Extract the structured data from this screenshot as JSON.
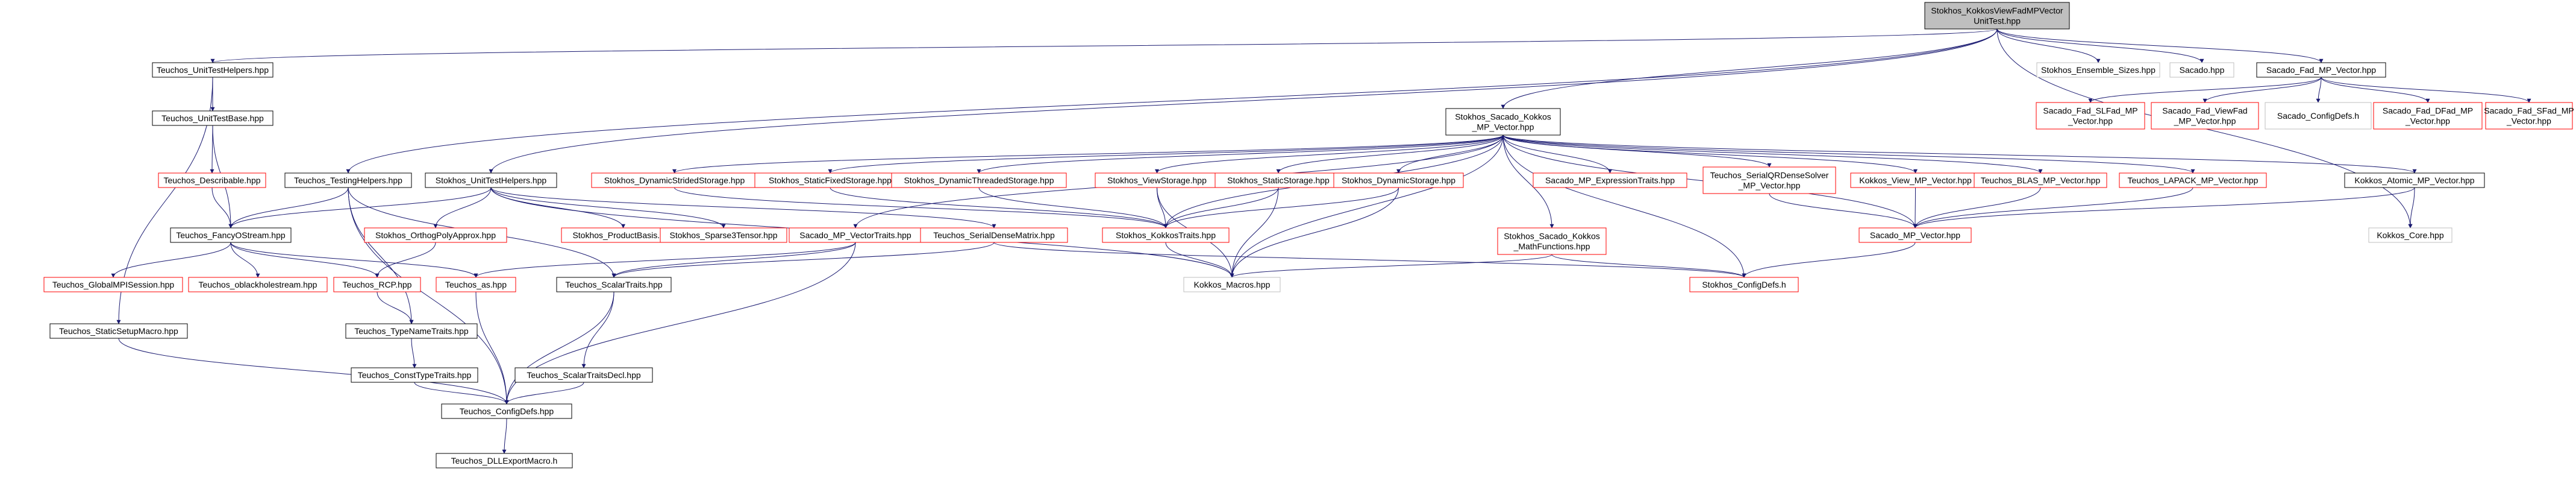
{
  "colors": {
    "edge": "#191970",
    "box_default": "#000000",
    "box_red": "#ff0000",
    "box_gray": "#bfbfbf",
    "fill_root": "#bfbfbf",
    "fill": "#ffffff"
  },
  "graph": {
    "nodes": [
      {
        "id": "root",
        "lines": [
          "Stokhos_KokkosViewFadMPVector",
          "UnitTest.hpp"
        ],
        "style": "root"
      },
      {
        "id": "teuchos_unittesthelpers",
        "lines": [
          "Teuchos_UnitTestHelpers.hpp"
        ],
        "style": "black"
      },
      {
        "id": "stokhos_ensemble_sizes",
        "lines": [
          "Stokhos_Ensemble_Sizes.hpp"
        ],
        "style": "gray"
      },
      {
        "id": "sacado_hpp",
        "lines": [
          "Sacado.hpp"
        ],
        "style": "gray"
      },
      {
        "id": "sacado_fad_mp_vector",
        "lines": [
          "Sacado_Fad_MP_Vector.hpp"
        ],
        "style": "black"
      },
      {
        "id": "teuchos_unittestbase",
        "lines": [
          "Teuchos_UnitTestBase.hpp"
        ],
        "style": "black"
      },
      {
        "id": "sacado_fad_slfad",
        "lines": [
          "Sacado_Fad_SLFad_MP",
          "_Vector.hpp"
        ],
        "style": "red"
      },
      {
        "id": "sacado_fad_viewfad",
        "lines": [
          "Sacado_Fad_ViewFad",
          "_MP_Vector.hpp"
        ],
        "style": "red"
      },
      {
        "id": "sacado_configdefs",
        "lines": [
          "Sacado_ConfigDefs.h"
        ],
        "style": "gray"
      },
      {
        "id": "sacado_fad_dfad",
        "lines": [
          "Sacado_Fad_DFad_MP",
          "_Vector.hpp"
        ],
        "style": "red"
      },
      {
        "id": "sacado_fad_sfad",
        "lines": [
          "Sacado_Fad_SFad_MP",
          "_Vector.hpp"
        ],
        "style": "red"
      },
      {
        "id": "stokhos_sacado_kokkos_mp_vector",
        "lines": [
          "Stokhos_Sacado_Kokkos",
          "_MP_Vector.hpp"
        ],
        "style": "black"
      },
      {
        "id": "teuchos_describable",
        "lines": [
          "Teuchos_Describable.hpp"
        ],
        "style": "red"
      },
      {
        "id": "teuchos_testinghelpers",
        "lines": [
          "Teuchos_TestingHelpers.hpp"
        ],
        "style": "black"
      },
      {
        "id": "stokhos_unittesthelpers",
        "lines": [
          "Stokhos_UnitTestHelpers.hpp"
        ],
        "style": "black"
      },
      {
        "id": "stokhos_dynamicstridedstorage",
        "lines": [
          "Stokhos_DynamicStridedStorage.hpp"
        ],
        "style": "red"
      },
      {
        "id": "stokhos_staticfixedstorage",
        "lines": [
          "Stokhos_StaticFixedStorage.hpp"
        ],
        "style": "red"
      },
      {
        "id": "stokhos_dynamicthreadedstorage",
        "lines": [
          "Stokhos_DynamicThreadedStorage.hpp"
        ],
        "style": "red"
      },
      {
        "id": "stokhos_viewstorage",
        "lines": [
          "Stokhos_ViewStorage.hpp"
        ],
        "style": "red"
      },
      {
        "id": "stokhos_staticstorage",
        "lines": [
          "Stokhos_StaticStorage.hpp"
        ],
        "style": "red"
      },
      {
        "id": "stokhos_dynamicstorage",
        "lines": [
          "Stokhos_DynamicStorage.hpp"
        ],
        "style": "red"
      },
      {
        "id": "sacado_mp_expressiontraits",
        "lines": [
          "Sacado_MP_ExpressionTraits.hpp"
        ],
        "style": "red"
      },
      {
        "id": "teuchos_serialqrdensesolver",
        "lines": [
          "Teuchos_SerialQRDenseSolver",
          "_MP_Vector.hpp"
        ],
        "style": "red"
      },
      {
        "id": "kokkos_view_mp_vector",
        "lines": [
          "Kokkos_View_MP_Vector.hpp"
        ],
        "style": "red"
      },
      {
        "id": "teuchos_blas_mp_vector",
        "lines": [
          "Teuchos_BLAS_MP_Vector.hpp"
        ],
        "style": "red"
      },
      {
        "id": "teuchos_lapack_mp_vector",
        "lines": [
          "Teuchos_LAPACK_MP_Vector.hpp"
        ],
        "style": "red"
      },
      {
        "id": "kokkos_atomic_mp_vector",
        "lines": [
          "Kokkos_Atomic_MP_Vector.hpp"
        ],
        "style": "black"
      },
      {
        "id": "teuchos_fancyostream",
        "lines": [
          "Teuchos_FancyOStream.hpp"
        ],
        "style": "black"
      },
      {
        "id": "stokhos_orthogpolyapprox",
        "lines": [
          "Stokhos_OrthogPolyApprox.hpp"
        ],
        "style": "red"
      },
      {
        "id": "stokhos_productbasis",
        "lines": [
          "Stokhos_ProductBasis.hpp"
        ],
        "style": "red"
      },
      {
        "id": "stokhos_sparse3tensor",
        "lines": [
          "Stokhos_Sparse3Tensor.hpp"
        ],
        "style": "red"
      },
      {
        "id": "sacado_mp_vectortraits",
        "lines": [
          "Sacado_MP_VectorTraits.hpp"
        ],
        "style": "red"
      },
      {
        "id": "teuchos_serialdensematrix",
        "lines": [
          "Teuchos_SerialDenseMatrix.hpp"
        ],
        "style": "red"
      },
      {
        "id": "stokhos_kokkostraits",
        "lines": [
          "Stokhos_KokkosTraits.hpp"
        ],
        "style": "red"
      },
      {
        "id": "stokhos_sacado_kokkos_mathfunctions",
        "lines": [
          "Stokhos_Sacado_Kokkos",
          "_MathFunctions.hpp"
        ],
        "style": "red"
      },
      {
        "id": "sacado_mp_vector",
        "lines": [
          "Sacado_MP_Vector.hpp"
        ],
        "style": "red"
      },
      {
        "id": "kokkos_core",
        "lines": [
          "Kokkos_Core.hpp"
        ],
        "style": "gray"
      },
      {
        "id": "teuchos_globalmpisession",
        "lines": [
          "Teuchos_GlobalMPISession.hpp"
        ],
        "style": "red"
      },
      {
        "id": "teuchos_oblackholestream",
        "lines": [
          "Teuchos_oblackholestream.hpp"
        ],
        "style": "red"
      },
      {
        "id": "teuchos_rcp",
        "lines": [
          "Teuchos_RCP.hpp"
        ],
        "style": "red"
      },
      {
        "id": "teuchos_as",
        "lines": [
          "Teuchos_as.hpp"
        ],
        "style": "red"
      },
      {
        "id": "teuchos_scalartraits",
        "lines": [
          "Teuchos_ScalarTraits.hpp"
        ],
        "style": "black"
      },
      {
        "id": "kokkos_macros",
        "lines": [
          "Kokkos_Macros.hpp"
        ],
        "style": "gray"
      },
      {
        "id": "stokhos_configdefs",
        "lines": [
          "Stokhos_ConfigDefs.h"
        ],
        "style": "red"
      },
      {
        "id": "teuchos_staticsetupmacro",
        "lines": [
          "Teuchos_StaticSetupMacro.hpp"
        ],
        "style": "black"
      },
      {
        "id": "teuchos_typenametraits",
        "lines": [
          "Teuchos_TypeNameTraits.hpp"
        ],
        "style": "black"
      },
      {
        "id": "teuchos_consttypetraits",
        "lines": [
          "Teuchos_ConstTypeTraits.hpp"
        ],
        "style": "black"
      },
      {
        "id": "teuchos_scalartraitsdecl",
        "lines": [
          "Teuchos_ScalarTraitsDecl.hpp"
        ],
        "style": "black"
      },
      {
        "id": "teuchos_configdefs",
        "lines": [
          "Teuchos_ConfigDefs.hpp"
        ],
        "style": "black"
      },
      {
        "id": "teuchos_dllexportmacro",
        "lines": [
          "Teuchos_DLLExportMacro.h"
        ],
        "style": "black"
      }
    ],
    "edges": [
      [
        "root",
        "teuchos_unittesthelpers"
      ],
      [
        "root",
        "stokhos_ensemble_sizes"
      ],
      [
        "root",
        "sacado_hpp"
      ],
      [
        "root",
        "sacado_fad_mp_vector"
      ],
      [
        "root",
        "stokhos_sacado_kokkos_mp_vector"
      ],
      [
        "root",
        "teuchos_testinghelpers"
      ],
      [
        "root",
        "stokhos_unittesthelpers"
      ],
      [
        "root",
        "kokkos_core"
      ],
      [
        "teuchos_unittesthelpers",
        "teuchos_unittestbase"
      ],
      [
        "teuchos_unittesthelpers",
        "teuchos_staticsetupmacro"
      ],
      [
        "teuchos_unittestbase",
        "teuchos_describable"
      ],
      [
        "teuchos_unittestbase",
        "teuchos_fancyostream"
      ],
      [
        "teuchos_describable",
        "teuchos_fancyostream"
      ],
      [
        "sacado_fad_mp_vector",
        "sacado_fad_slfad"
      ],
      [
        "sacado_fad_mp_vector",
        "sacado_fad_viewfad"
      ],
      [
        "sacado_fad_mp_vector",
        "sacado_configdefs"
      ],
      [
        "sacado_fad_mp_vector",
        "sacado_fad_dfad"
      ],
      [
        "sacado_fad_mp_vector",
        "sacado_fad_sfad"
      ],
      [
        "stokhos_sacado_kokkos_mp_vector",
        "stokhos_dynamicstridedstorage"
      ],
      [
        "stokhos_sacado_kokkos_mp_vector",
        "stokhos_staticfixedstorage"
      ],
      [
        "stokhos_sacado_kokkos_mp_vector",
        "stokhos_dynamicthreadedstorage"
      ],
      [
        "stokhos_sacado_kokkos_mp_vector",
        "stokhos_viewstorage"
      ],
      [
        "stokhos_sacado_kokkos_mp_vector",
        "stokhos_staticstorage"
      ],
      [
        "stokhos_sacado_kokkos_mp_vector",
        "stokhos_dynamicstorage"
      ],
      [
        "stokhos_sacado_kokkos_mp_vector",
        "sacado_mp_expressiontraits"
      ],
      [
        "stokhos_sacado_kokkos_mp_vector",
        "teuchos_serialqrdensesolver"
      ],
      [
        "stokhos_sacado_kokkos_mp_vector",
        "kokkos_view_mp_vector"
      ],
      [
        "stokhos_sacado_kokkos_mp_vector",
        "teuchos_blas_mp_vector"
      ],
      [
        "stokhos_sacado_kokkos_mp_vector",
        "teuchos_lapack_mp_vector"
      ],
      [
        "stokhos_sacado_kokkos_mp_vector",
        "kokkos_atomic_mp_vector"
      ],
      [
        "stokhos_sacado_kokkos_mp_vector",
        "stokhos_sacado_kokkos_mathfunctions"
      ],
      [
        "stokhos_sacado_kokkos_mp_vector",
        "sacado_mp_vector"
      ],
      [
        "stokhos_sacado_kokkos_mp_vector",
        "kokkos_macros"
      ],
      [
        "stokhos_sacado_kokkos_mp_vector",
        "stokhos_configdefs"
      ],
      [
        "stokhos_sacado_kokkos_mp_vector",
        "stokhos_kokkostraits"
      ],
      [
        "stokhos_sacado_kokkos_mp_vector",
        "sacado_mp_vectortraits"
      ],
      [
        "teuchos_testinghelpers",
        "teuchos_fancyostream"
      ],
      [
        "teuchos_testinghelpers",
        "teuchos_typenametraits"
      ],
      [
        "teuchos_testinghelpers",
        "teuchos_scalartraits"
      ],
      [
        "teuchos_testinghelpers",
        "teuchos_configdefs"
      ],
      [
        "stokhos_unittesthelpers",
        "teuchos_fancyostream"
      ],
      [
        "stokhos_unittesthelpers",
        "stokhos_orthogpolyapprox"
      ],
      [
        "stokhos_unittesthelpers",
        "stokhos_productbasis"
      ],
      [
        "stokhos_unittesthelpers",
        "stokhos_sparse3tensor"
      ],
      [
        "stokhos_unittesthelpers",
        "teuchos_serialdensematrix"
      ],
      [
        "stokhos_unittesthelpers",
        "kokkos_macros"
      ],
      [
        "stokhos_dynamicstridedstorage",
        "stokhos_kokkostraits"
      ],
      [
        "stokhos_staticfixedstorage",
        "stokhos_kokkostraits"
      ],
      [
        "stokhos_dynamicthreadedstorage",
        "stokhos_kokkostraits"
      ],
      [
        "stokhos_viewstorage",
        "stokhos_kokkostraits"
      ],
      [
        "stokhos_viewstorage",
        "kokkos_macros"
      ],
      [
        "stokhos_staticstorage",
        "stokhos_kokkostraits"
      ],
      [
        "stokhos_staticstorage",
        "kokkos_macros"
      ],
      [
        "stokhos_dynamicstorage",
        "stokhos_kokkostraits"
      ],
      [
        "stokhos_dynamicstorage",
        "kokkos_macros"
      ],
      [
        "stokhos_kokkostraits",
        "kokkos_macros"
      ],
      [
        "teuchos_serialqrdensesolver",
        "sacado_mp_vector"
      ],
      [
        "kokkos_view_mp_vector",
        "sacado_mp_vector"
      ],
      [
        "teuchos_blas_mp_vector",
        "sacado_mp_vector"
      ],
      [
        "teuchos_lapack_mp_vector",
        "sacado_mp_vector"
      ],
      [
        "kokkos_atomic_mp_vector",
        "sacado_mp_vector"
      ],
      [
        "kokkos_atomic_mp_vector",
        "kokkos_core"
      ],
      [
        "sacado_mp_vector",
        "stokhos_configdefs"
      ],
      [
        "stokhos_sacado_kokkos_mathfunctions",
        "kokkos_macros"
      ],
      [
        "stokhos_sacado_kokkos_mathfunctions",
        "stokhos_configdefs"
      ],
      [
        "sacado_mp_vectortraits",
        "teuchos_scalartraits"
      ],
      [
        "sacado_mp_vectortraits",
        "teuchos_as"
      ],
      [
        "sacado_mp_vectortraits",
        "teuchos_configdefs"
      ],
      [
        "teuchos_serialdensematrix",
        "teuchos_scalartraits"
      ],
      [
        "teuchos_serialdensematrix",
        "stokhos_configdefs"
      ],
      [
        "stokhos_orthogpolyapprox",
        "teuchos_rcp"
      ],
      [
        "teuchos_fancyostream",
        "teuchos_globalmpisession"
      ],
      [
        "teuchos_fancyostream",
        "teuchos_oblackholestream"
      ],
      [
        "teuchos_fancyostream",
        "teuchos_rcp"
      ],
      [
        "teuchos_fancyostream",
        "teuchos_as"
      ],
      [
        "teuchos_rcp",
        "teuchos_typenametraits"
      ],
      [
        "teuchos_as",
        "teuchos_configdefs"
      ],
      [
        "teuchos_scalartraits",
        "teuchos_scalartraitsdecl"
      ],
      [
        "teuchos_scalartraits",
        "teuchos_configdefs"
      ],
      [
        "teuchos_typenametraits",
        "teuchos_consttypetraits"
      ],
      [
        "teuchos_consttypetraits",
        "teuchos_configdefs"
      ],
      [
        "teuchos_scalartraitsdecl",
        "teuchos_configdefs"
      ],
      [
        "teuchos_staticsetupmacro",
        "teuchos_configdefs"
      ],
      [
        "teuchos_configdefs",
        "teuchos_dllexportmacro"
      ]
    ]
  }
}
